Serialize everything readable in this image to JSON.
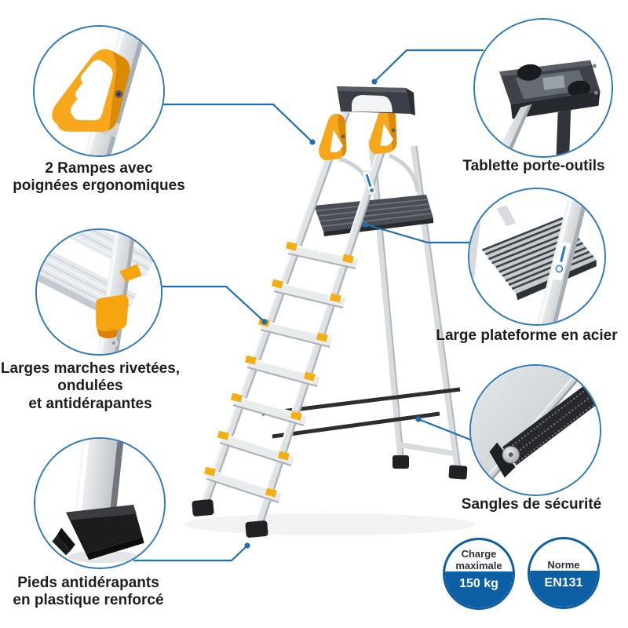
{
  "callouts": {
    "handles": {
      "label_line1": "2  Rampes avec",
      "label_line2": "poignées ergonomiques"
    },
    "tray": {
      "label": "Tablette porte-outils"
    },
    "steps": {
      "label_line1": "Larges marches rivetées,",
      "label_line2": "ondulées",
      "label_line3": "et antidérapantes"
    },
    "platform": {
      "label": "Large plateforme en acier"
    },
    "feet": {
      "label_line1": "Pieds antidérapants",
      "label_line2": "en plastique renforcé"
    },
    "straps": {
      "label": "Sangles de sécurité"
    }
  },
  "badges": {
    "max_load": {
      "title_line1": "Charge",
      "title_line2": "maximale",
      "value": "150 kg"
    },
    "norm": {
      "title_line1": "Norme",
      "value": "EN131"
    }
  },
  "colors": {
    "connector_blue": "#1f6eb4",
    "circle_border_blue": "#2e79b9",
    "badge_blue": "#0d5fa3",
    "handle_orange": "#f6a71c",
    "label_text": "#1e1e20"
  }
}
